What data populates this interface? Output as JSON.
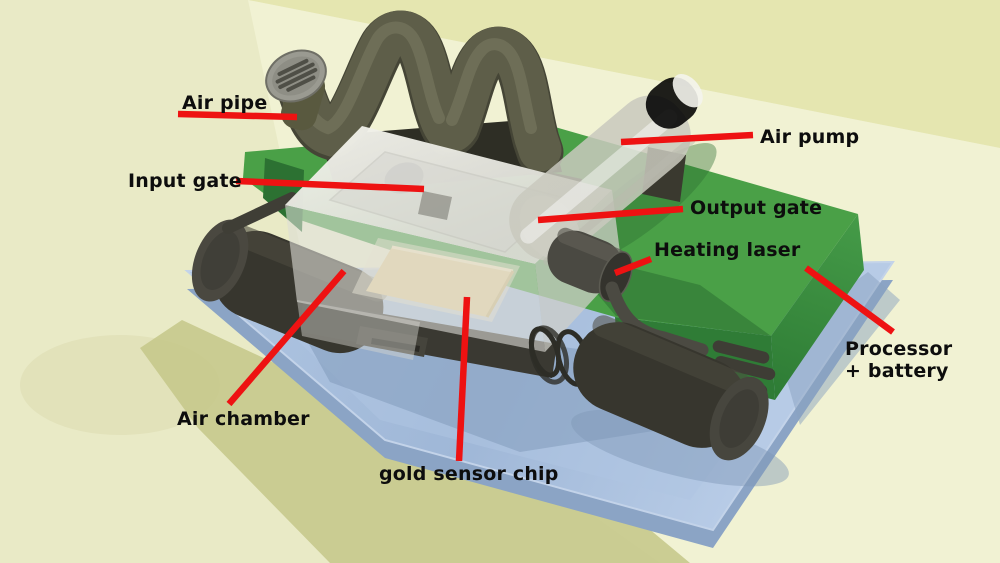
{
  "figure": {
    "kind": "annotated 3D render of a gas-sensing device",
    "annotation_line_color": "#ee1212",
    "label_text_color": "#0d0d0d"
  },
  "labels": {
    "air_pipe": "Air pipe",
    "input_gate": "Input gate",
    "air_pump": "Air pump",
    "output_gate": "Output gate",
    "heating_laser": "Heating laser",
    "processor_line1": "Processor",
    "processor_line2": "+ battery",
    "air_chamber": "Air chamber",
    "gold_sensor_chip": "gold sensor chip"
  },
  "palette": {
    "background_wall": "#e5e6b0",
    "background_floor_light": "#f1f2d3",
    "background_table": "#e9eac6",
    "table_shadow_olive": "#c6c98c",
    "base_plate_blue": "#a6bddc",
    "base_plate_side": "#8ba4c5",
    "circuit_board_green_top": "#4aa047",
    "circuit_board_green_front": "#2f7c36",
    "air_chamber_frost": "#e4e4de",
    "air_pump_white": "#efefe8",
    "air_pipe_olive": "#5e5e49",
    "pipe_cap_grey": "#9a9a91",
    "sensor_chip_gold": "#e8d39b",
    "roller_dark": "#37362e",
    "laser_grey": "#4a4942",
    "annotation_red": "#ee1212"
  },
  "parts": [
    {
      "name": "air-pipe",
      "color": "#5e5e49"
    },
    {
      "name": "input-gate",
      "color": "#9b9b94"
    },
    {
      "name": "air-pump",
      "color": "#efefe8"
    },
    {
      "name": "output-gate",
      "color": "#e4e4dd"
    },
    {
      "name": "heating-laser",
      "color": "#4a4942"
    },
    {
      "name": "processor-battery-board",
      "color": "#4aa047"
    },
    {
      "name": "air-chamber",
      "color": "#e4e4de"
    },
    {
      "name": "gold-sensor-chip",
      "color": "#e8d39b"
    },
    {
      "name": "base-plate",
      "color": "#a6bddc"
    }
  ]
}
